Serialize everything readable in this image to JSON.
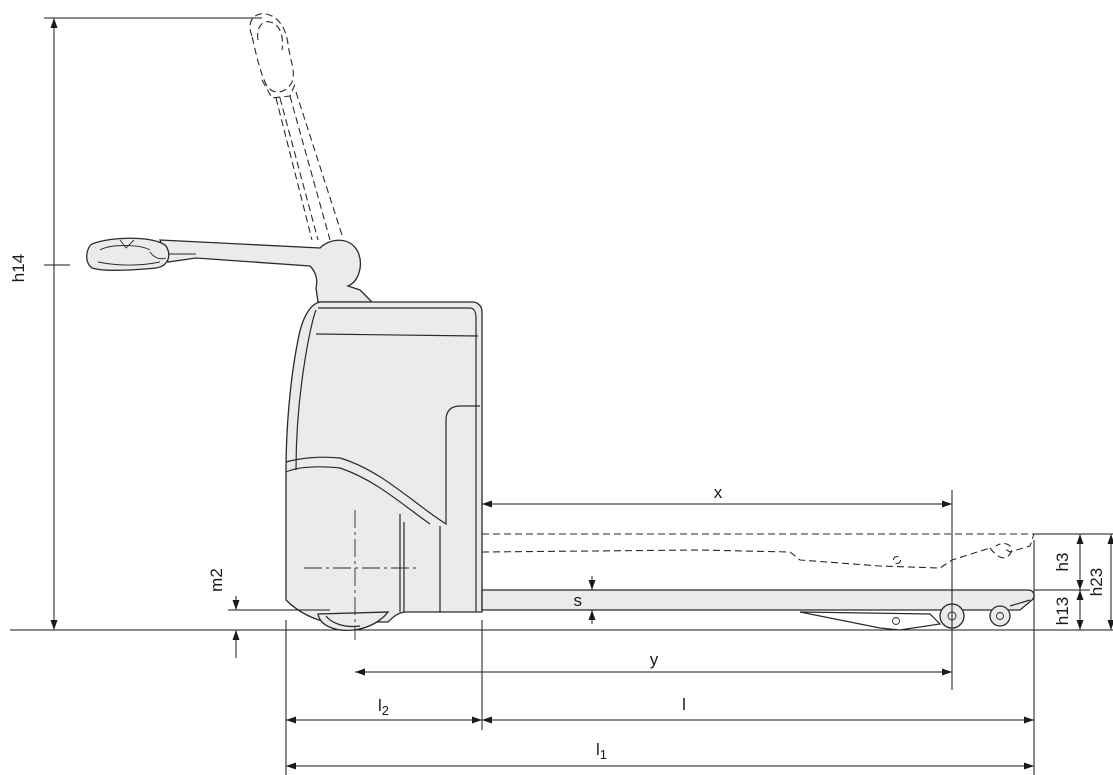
{
  "dimensions": {
    "h14": "h14",
    "x": "x",
    "y": "y",
    "s": "s",
    "m2": "m2",
    "h3": "h3",
    "h13": "h13",
    "h23": "h23",
    "l": "l",
    "l1_base": "l",
    "l1_sub": "1",
    "l2_base": "l",
    "l2_sub": "2"
  }
}
